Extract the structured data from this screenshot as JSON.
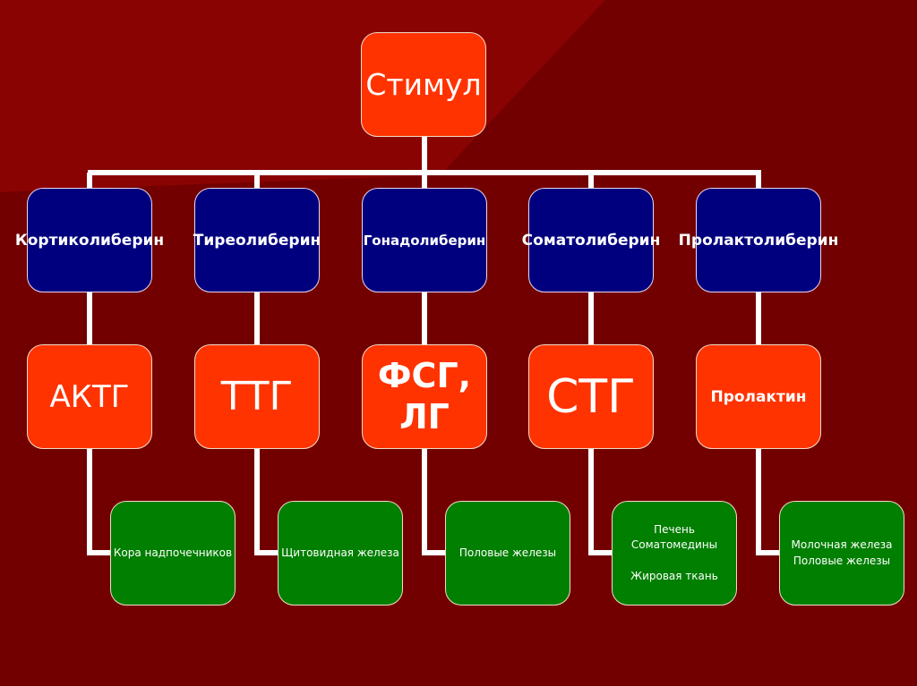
{
  "diagram": {
    "root": {
      "label": "Стимул"
    },
    "liberins": [
      {
        "label": "Кортиколиберин"
      },
      {
        "label": "Тиреолиберин"
      },
      {
        "label": "Гонадолиберин"
      },
      {
        "label": "Соматолиберин"
      },
      {
        "label": "Пролактолиберин"
      }
    ],
    "hormones": [
      {
        "label": "АКТГ"
      },
      {
        "label": "ТТГ"
      },
      {
        "label": "ФСГ,\nЛГ"
      },
      {
        "label": "СТГ"
      },
      {
        "label": "Пролактин"
      }
    ],
    "targets": [
      {
        "label": "Кора надпочечников"
      },
      {
        "label": "Щитовидная железа"
      },
      {
        "label": "Половые железы"
      },
      {
        "label": "Печень\nСоматомедины\n\nЖировая ткань"
      },
      {
        "label": "Молочная железа\nПоловые железы"
      }
    ],
    "colors": {
      "background": "#720000",
      "root_box": "#ff3300",
      "liberin_box": "#00007f",
      "hormone_box": "#ff3300",
      "target_box": "#007f00",
      "connector": "#ffffff"
    }
  }
}
